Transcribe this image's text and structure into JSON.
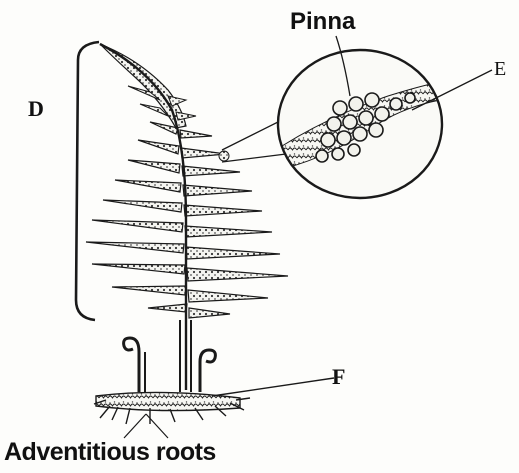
{
  "labels": {
    "pinna": "Pinna",
    "e": "E",
    "d": "D",
    "f": "F",
    "roots": "Adventitious roots"
  },
  "colors": {
    "ink": "#1a1a1a",
    "paper": "#fdfdfb"
  }
}
